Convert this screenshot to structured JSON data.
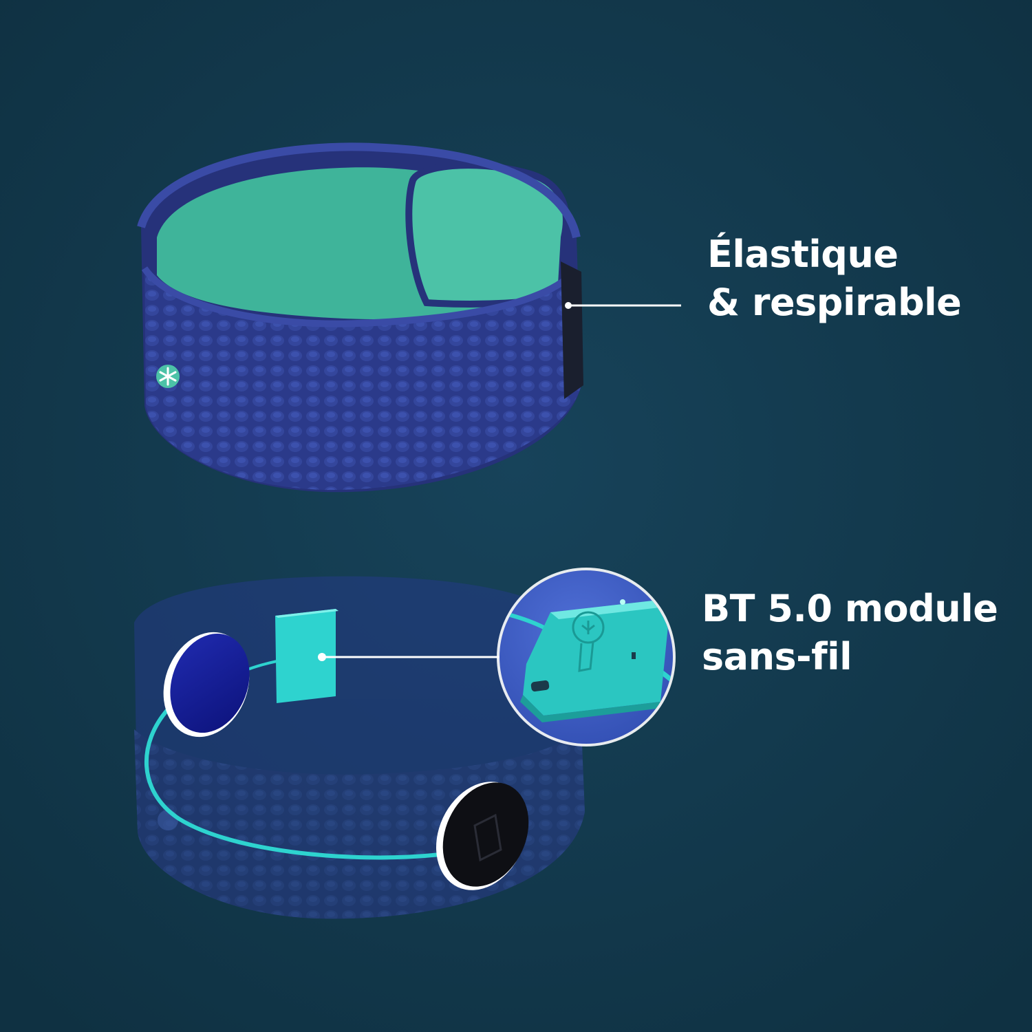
{
  "callouts": {
    "elastic": {
      "line1": "Élastique",
      "line2": "& respirable"
    },
    "module": {
      "line1": "BT 5.0 module",
      "line2": "sans-fil"
    }
  },
  "colors": {
    "background": "#133a4d",
    "headband_navy": "#2b3a8a",
    "inner_teal": "#3fb49a",
    "accent_cyan": "#2ed3cf",
    "text": "#ffffff"
  },
  "icons": {
    "logo_badge": "asterisk-person-icon",
    "module_logo": "tree-keyhole-icon"
  }
}
